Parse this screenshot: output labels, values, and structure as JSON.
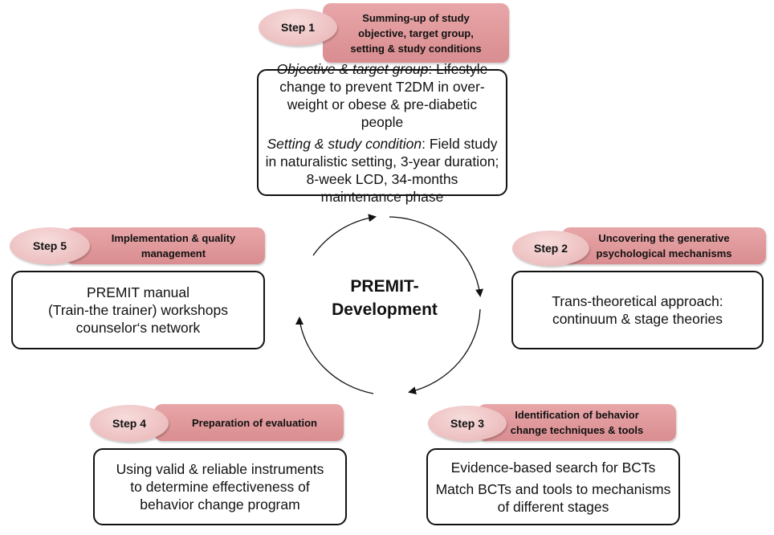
{
  "center": {
    "title": "PREMIT-\nDevelopment"
  },
  "steps": [
    {
      "step_label": "Step 1",
      "banner": "Summing-up of study\nobjective, target group,\nsetting & study conditions",
      "content": [
        {
          "label": "Objective & target group",
          "text": ": Lifestyle change to prevent T2DM in over-weight or obese & pre-diabetic people"
        },
        {
          "label": "Setting & study condition",
          "text": ": Field study in naturalistic setting, 3-year duration; 8-week LCD, 34-months maintenance phase"
        }
      ]
    },
    {
      "step_label": "Step 2",
      "banner": "Uncovering the generative\npsychological mechanisms",
      "content": [
        "Trans-theoretical approach:\ncontinuum & stage theories"
      ]
    },
    {
      "step_label": "Step 3",
      "banner": "Identification of  behavior\nchange techniques & tools",
      "content": [
        "Evidence-based search for BCTs",
        "Match BCTs and tools to\nmechanisms of different stages"
      ]
    },
    {
      "step_label": "Step 4",
      "banner": "Preparation of evaluation",
      "content": [
        "Using valid & reliable instruments\nto determine effectiveness of\nbehavior change program"
      ]
    },
    {
      "step_label": "Step 5",
      "banner": "Implementation & quality\nmanagement",
      "content": [
        "PREMIT manual\n(Train-the trainer) workshops\ncounselor‘s network"
      ]
    }
  ]
}
